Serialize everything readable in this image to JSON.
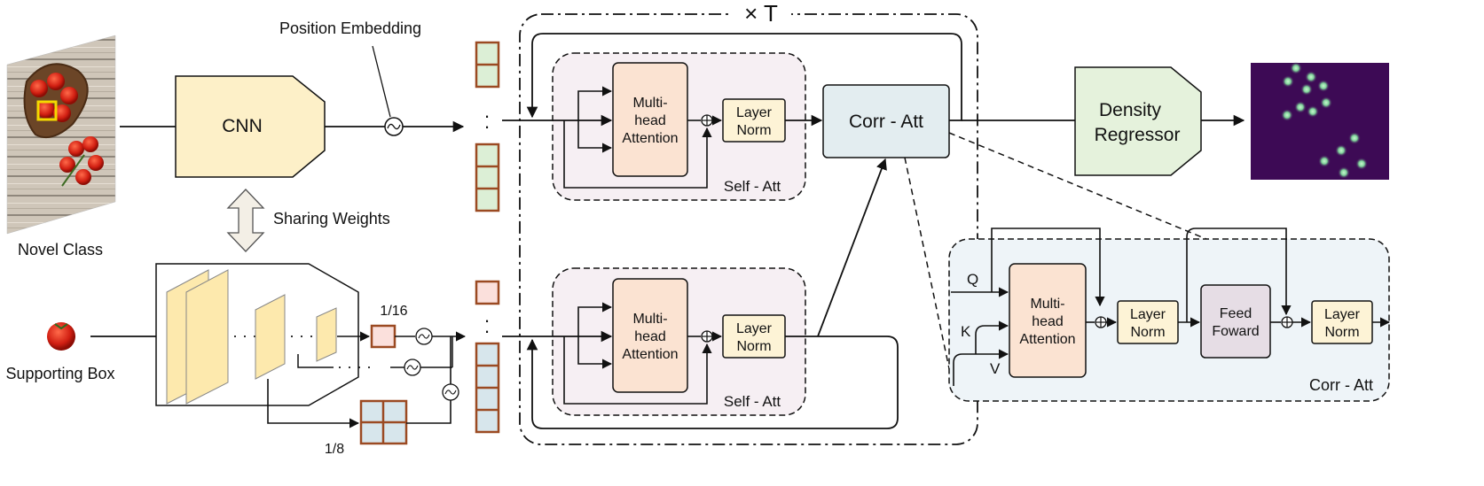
{
  "labels": {
    "position_embedding": "Position Embedding",
    "cnn": "CNN",
    "sharing_weights": "Sharing Weights",
    "novel_class": "Novel Class",
    "supporting_box": "Supporting Box",
    "scale_16": "1/16",
    "scale_8": "1/8",
    "repeat": "× T",
    "self_att_top": "Self - Att",
    "self_att_bottom": "Self - Att",
    "mha_top": [
      "Multi-",
      "head",
      "Attention"
    ],
    "mha_bottom": [
      "Multi-",
      "head",
      "Attention"
    ],
    "ln_top": [
      "Layer",
      "Norm"
    ],
    "ln_bottom": [
      "Layer",
      "Norm"
    ],
    "corr_att": "Corr - Att",
    "density_regressor": [
      "Density",
      "Regressor"
    ],
    "detail_q": "Q",
    "detail_k": "K",
    "detail_v": "V",
    "detail_mha": [
      "Multi-",
      "head",
      "Attention"
    ],
    "detail_ln1": [
      "Layer",
      "Norm"
    ],
    "detail_ff": [
      "Feed",
      "Foward"
    ],
    "detail_ln2": [
      "Layer",
      "Norm"
    ],
    "detail_title": "Corr - Att"
  },
  "colors": {
    "cnn_fill": "#fdf0c8",
    "token_border": "#9b4a22",
    "token_green": "#dcefd6",
    "token_pink": "#fbe0dc",
    "token_blue": "#d7e6ec",
    "self_att_bg": "#f6eff3",
    "mha_fill": "#fbe3d2",
    "ln_fill": "#fdf3d6",
    "corr_fill": "#e3edf0",
    "regressor_fill": "#e5f2dc",
    "detail_bg": "#eef4f8",
    "ff_fill": "#e6dde5",
    "density_bg": "#3d0a55",
    "density_dot": "#7fd39a"
  }
}
